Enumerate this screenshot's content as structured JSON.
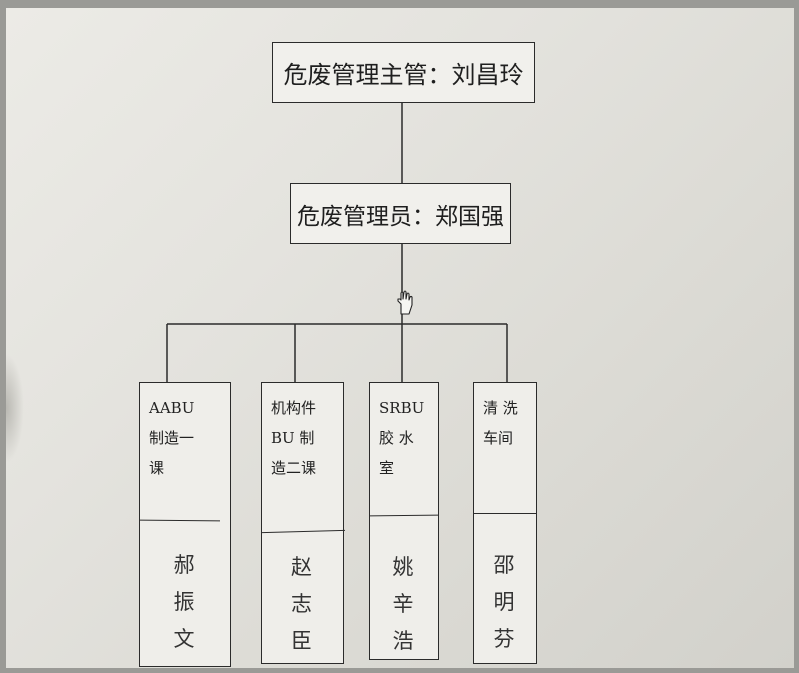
{
  "org_chart": {
    "supervisor": "危废管理主管：刘昌玲",
    "administrator": "危废管理员：郑国强",
    "units": [
      {
        "unit": "AABU\n制造一\n课",
        "person": "郝\n振\n文"
      },
      {
        "unit": "机构件\nBU 制\n造二课",
        "person": "赵\n志\n臣"
      },
      {
        "unit": "SRBU\n胶 水\n室",
        "person": "姚\n辛\n浩"
      },
      {
        "unit": "清 洗\n车间",
        "person": "邵\n明\n芬"
      }
    ]
  },
  "colors": {
    "ink": "#2b2b2b",
    "paper": "#ecebe6",
    "backdrop": "#9a9a96"
  },
  "icons": [
    "hand-cursor-icon"
  ]
}
